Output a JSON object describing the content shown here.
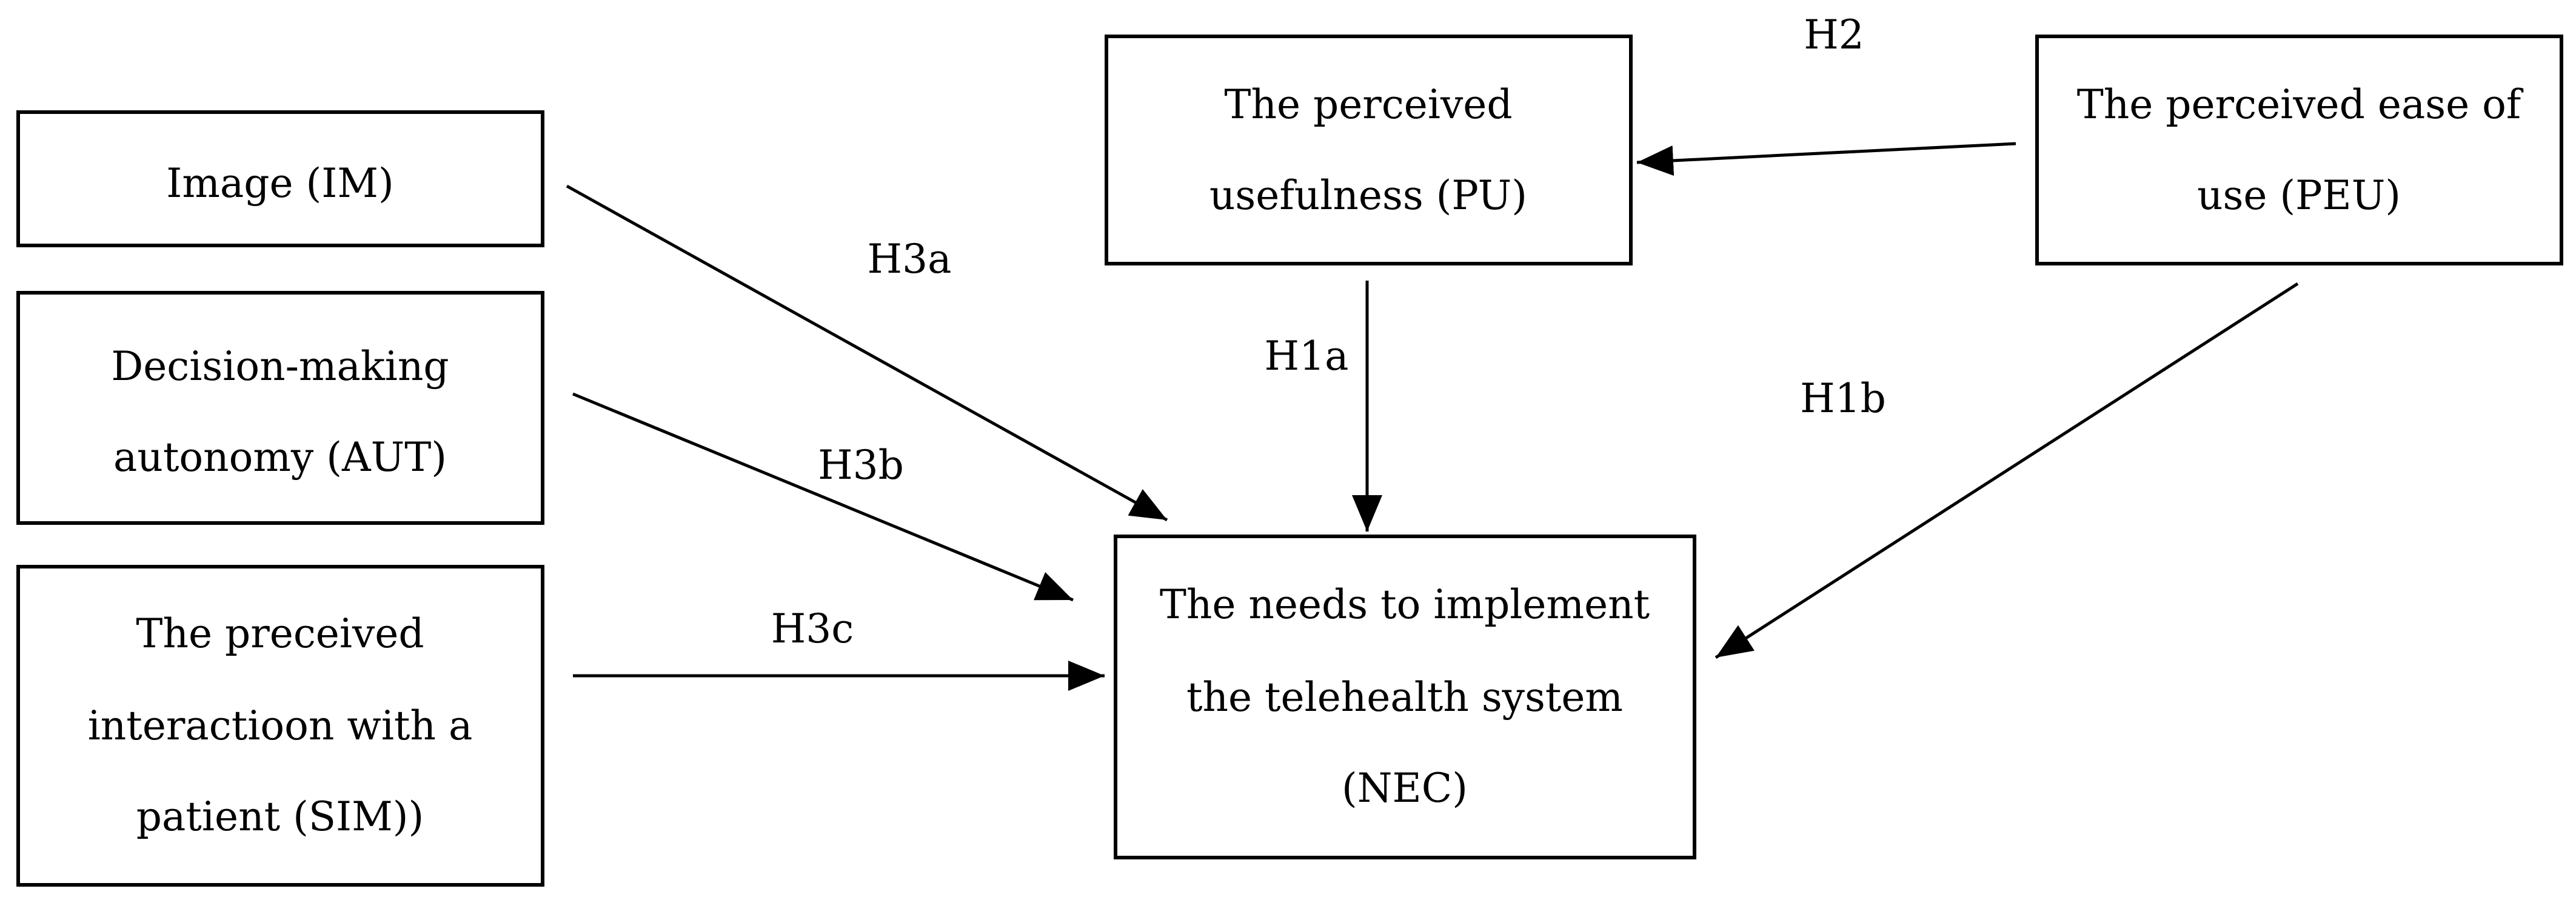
{
  "nodes": {
    "im": {
      "lines": [
        "Image (IM)"
      ]
    },
    "aut": {
      "lines": [
        "Decision-making",
        "autonomy (AUT)"
      ]
    },
    "sim": {
      "lines": [
        "The preceived",
        "interactioon with a",
        "patient (SIM))"
      ]
    },
    "pu": {
      "lines": [
        "The perceived",
        "usefulness (PU)"
      ]
    },
    "peu": {
      "lines": [
        "The perceived ease of",
        "use (PEU)"
      ]
    },
    "nec": {
      "lines": [
        "The needs to implement",
        "the telehealth system",
        "(NEC)"
      ]
    }
  },
  "edges": {
    "h2": {
      "label": "H2",
      "from": "peu",
      "to": "pu"
    },
    "h3a": {
      "label": "H3a",
      "from": "im",
      "to": "nec"
    },
    "h3b": {
      "label": "H3b",
      "from": "aut",
      "to": "nec"
    },
    "h3c": {
      "label": "H3c",
      "from": "sim",
      "to": "nec"
    },
    "h1a": {
      "label": "H1a",
      "from": "pu",
      "to": "nec"
    },
    "h1b": {
      "label": "H1b",
      "from": "peu",
      "to": "nec"
    }
  }
}
